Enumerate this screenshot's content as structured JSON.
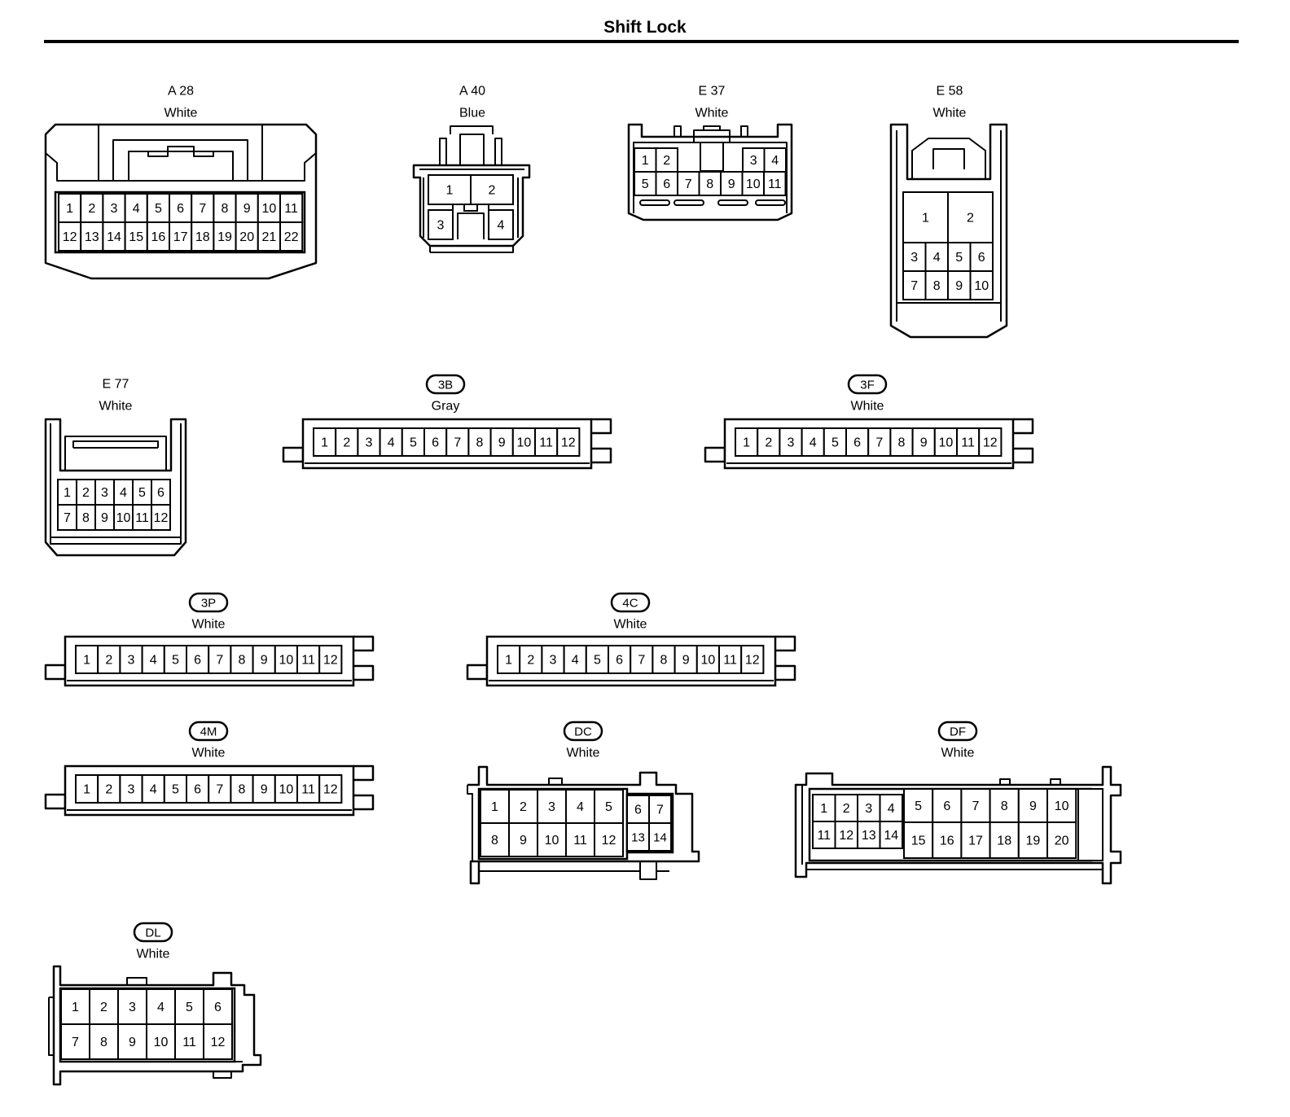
{
  "title": "Shift Lock",
  "colors": {
    "line": "#000000",
    "background": "#ffffff"
  },
  "connectors": [
    {
      "id": "A 28",
      "style": "plain",
      "color_label": "White",
      "rows": [
        [
          "1",
          "2",
          "3",
          "4",
          "5",
          "6",
          "7",
          "8",
          "9",
          "10",
          "11"
        ],
        [
          "12",
          "13",
          "14",
          "15",
          "16",
          "17",
          "18",
          "19",
          "20",
          "21",
          "22"
        ]
      ]
    },
    {
      "id": "A 40",
      "style": "plain",
      "color_label": "Blue",
      "rows": [
        [
          "1",
          "2"
        ],
        [
          "3",
          "4"
        ]
      ]
    },
    {
      "id": "E 37",
      "style": "plain",
      "color_label": "White",
      "rows": [
        [
          "1",
          "2",
          "3",
          "4"
        ],
        [
          "5",
          "6",
          "7",
          "8",
          "9",
          "10",
          "11"
        ]
      ]
    },
    {
      "id": "E 58",
      "style": "plain",
      "color_label": "White",
      "rows": [
        [
          "1",
          "2"
        ],
        [
          "3",
          "4",
          "5",
          "6"
        ],
        [
          "7",
          "8",
          "9",
          "10"
        ]
      ]
    },
    {
      "id": "E 77",
      "style": "plain",
      "color_label": "White",
      "rows": [
        [
          "1",
          "2",
          "3",
          "4",
          "5",
          "6"
        ],
        [
          "7",
          "8",
          "9",
          "10",
          "11",
          "12"
        ]
      ]
    },
    {
      "id": "3B",
      "style": "badge",
      "color_label": "Gray",
      "rows": [
        [
          "1",
          "2",
          "3",
          "4",
          "5",
          "6",
          "7",
          "8",
          "9",
          "10",
          "11",
          "12"
        ]
      ]
    },
    {
      "id": "3F",
      "style": "badge",
      "color_label": "White",
      "rows": [
        [
          "1",
          "2",
          "3",
          "4",
          "5",
          "6",
          "7",
          "8",
          "9",
          "10",
          "11",
          "12"
        ]
      ]
    },
    {
      "id": "3P",
      "style": "badge",
      "color_label": "White",
      "rows": [
        [
          "1",
          "2",
          "3",
          "4",
          "5",
          "6",
          "7",
          "8",
          "9",
          "10",
          "11",
          "12"
        ]
      ]
    },
    {
      "id": "4C",
      "style": "badge",
      "color_label": "White",
      "rows": [
        [
          "1",
          "2",
          "3",
          "4",
          "5",
          "6",
          "7",
          "8",
          "9",
          "10",
          "11",
          "12"
        ]
      ]
    },
    {
      "id": "4M",
      "style": "badge",
      "color_label": "White",
      "rows": [
        [
          "1",
          "2",
          "3",
          "4",
          "5",
          "6",
          "7",
          "8",
          "9",
          "10",
          "11",
          "12"
        ]
      ]
    },
    {
      "id": "DC",
      "style": "badge",
      "color_label": "White",
      "rows": [
        [
          "1",
          "2",
          "3",
          "4",
          "5",
          "6",
          "7"
        ],
        [
          "8",
          "9",
          "10",
          "11",
          "12",
          "13",
          "14"
        ]
      ]
    },
    {
      "id": "DF",
      "style": "badge",
      "color_label": "White",
      "rows": [
        [
          "1",
          "2",
          "3",
          "4",
          "5",
          "6",
          "7",
          "8",
          "9",
          "10"
        ],
        [
          "11",
          "12",
          "13",
          "14",
          "15",
          "16",
          "17",
          "18",
          "19",
          "20"
        ]
      ]
    },
    {
      "id": "DL",
      "style": "badge",
      "color_label": "White",
      "rows": [
        [
          "1",
          "2",
          "3",
          "4",
          "5",
          "6"
        ],
        [
          "7",
          "8",
          "9",
          "10",
          "11",
          "12"
        ]
      ]
    }
  ]
}
